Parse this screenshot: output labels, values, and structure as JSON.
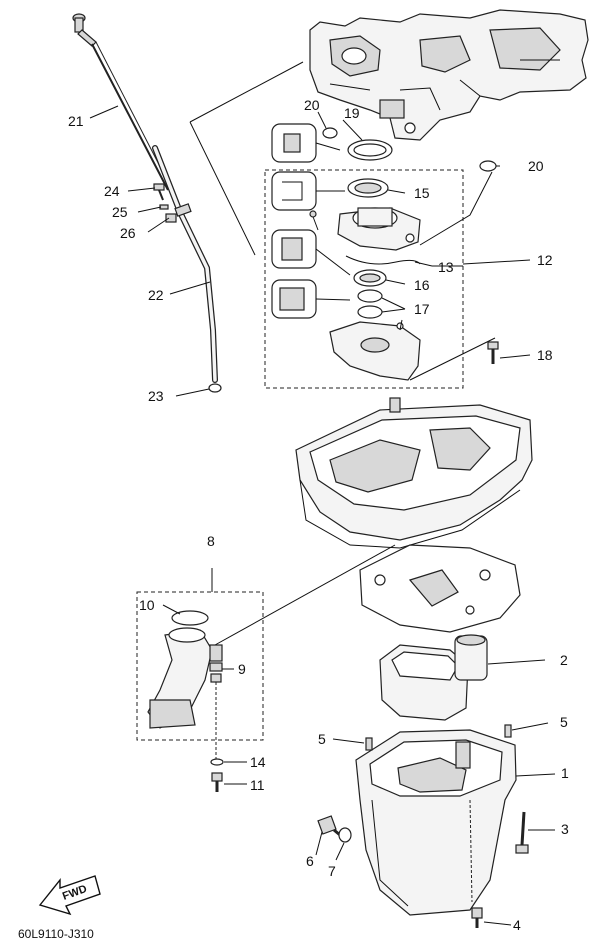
{
  "diagram": {
    "code": "60L9110-J310",
    "fwd_label": "FWD",
    "callouts": [
      "1",
      "2",
      "3",
      "4",
      "5",
      "5",
      "6",
      "7",
      "8",
      "9",
      "10",
      "11",
      "12",
      "13",
      "14",
      "15",
      "16",
      "17",
      "18",
      "19",
      "20",
      "20",
      "21",
      "22",
      "23",
      "24",
      "25",
      "26"
    ]
  }
}
